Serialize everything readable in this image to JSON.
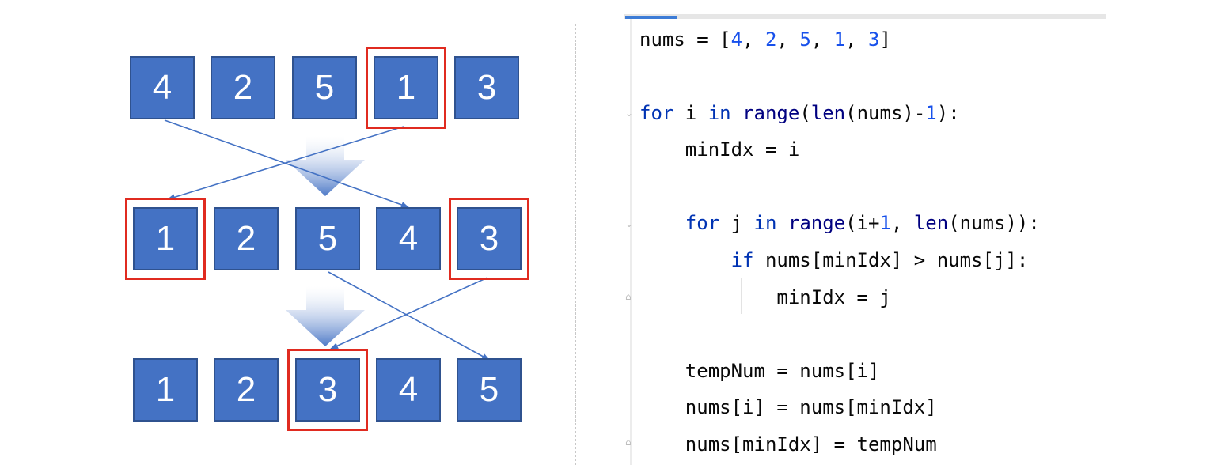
{
  "diagram": {
    "rows": [
      [
        4,
        2,
        5,
        1,
        3
      ],
      [
        1,
        2,
        5,
        4,
        3
      ],
      [
        1,
        2,
        3,
        4,
        5
      ]
    ],
    "highlight_color": "#e02b20",
    "box_color": "#4472c4",
    "arrow_color": "#4472c4"
  },
  "code": {
    "lines": [
      [
        {
          "t": "nums = ["
        },
        {
          "t": "4",
          "c": "num"
        },
        {
          "t": ", "
        },
        {
          "t": "2",
          "c": "num"
        },
        {
          "t": ", "
        },
        {
          "t": "5",
          "c": "num"
        },
        {
          "t": ", "
        },
        {
          "t": "1",
          "c": "num"
        },
        {
          "t": ", "
        },
        {
          "t": "3",
          "c": "num"
        },
        {
          "t": "]"
        }
      ],
      [],
      [
        {
          "t": "for",
          "c": "kw"
        },
        {
          "t": " i "
        },
        {
          "t": "in",
          "c": "kw"
        },
        {
          "t": " "
        },
        {
          "t": "range",
          "c": "fn"
        },
        {
          "t": "("
        },
        {
          "t": "len",
          "c": "fn"
        },
        {
          "t": "(nums)-"
        },
        {
          "t": "1",
          "c": "num"
        },
        {
          "t": "):"
        }
      ],
      [
        {
          "t": "    minIdx = i"
        }
      ],
      [],
      [
        {
          "t": "    "
        },
        {
          "t": "for",
          "c": "kw"
        },
        {
          "t": " j "
        },
        {
          "t": "in",
          "c": "kw"
        },
        {
          "t": " "
        },
        {
          "t": "range",
          "c": "fn"
        },
        {
          "t": "(i+"
        },
        {
          "t": "1",
          "c": "num"
        },
        {
          "t": ", "
        },
        {
          "t": "len",
          "c": "fn"
        },
        {
          "t": "(nums)):"
        }
      ],
      [
        {
          "t": "        "
        },
        {
          "t": "if",
          "c": "kw"
        },
        {
          "t": " nums[minIdx] > nums[j]:"
        }
      ],
      [
        {
          "t": "            minIdx = j"
        }
      ],
      [],
      [
        {
          "t": "    tempNum = nums[i]"
        }
      ],
      [
        {
          "t": "    nums[i] = nums[minIdx]"
        }
      ],
      [
        {
          "t": "    nums[minIdx] = tempNum"
        }
      ]
    ]
  }
}
